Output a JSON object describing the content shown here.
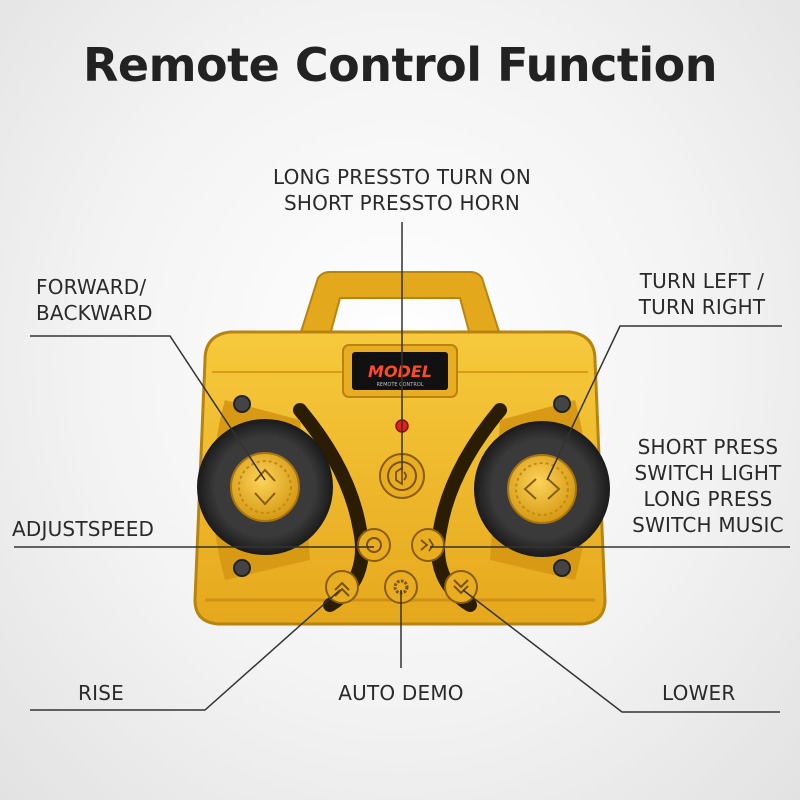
{
  "title": "Remote Control Function",
  "labels": {
    "power": [
      "LONG PRESSTO TURN ON",
      "SHORT PRESSTO HORN"
    ],
    "forward": [
      "FORWARD/",
      "BACKWARD"
    ],
    "turn": [
      "TURN LEFT /",
      "TURN RIGHT"
    ],
    "light": [
      "SHORT PRESS",
      "SWITCH LIGHT",
      "LONG PRESS",
      "SWITCH MUSIC"
    ],
    "speed": "ADJUSTSPEED",
    "rise": "RISE",
    "demo": "AUTO DEMO",
    "lower": "LOWER"
  },
  "logo": {
    "text": "MODEL",
    "subtext": "REMOTE CONTROL"
  },
  "colors": {
    "body": "#f0b829",
    "body_dark": "#c98f10",
    "shadow": "#3a2a08",
    "line": "#333333"
  }
}
